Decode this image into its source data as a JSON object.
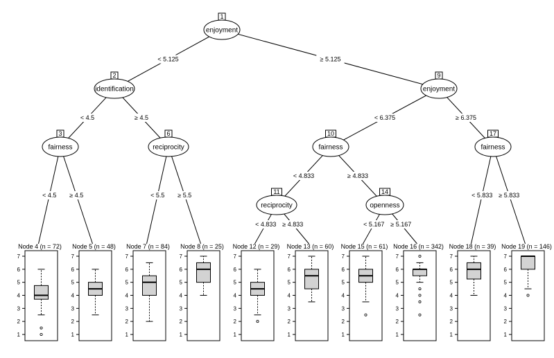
{
  "tree": {
    "internal_nodes": [
      {
        "id": "1",
        "variable": "enjoyment"
      },
      {
        "id": "2",
        "variable": "identification"
      },
      {
        "id": "3",
        "variable": "fairness"
      },
      {
        "id": "6",
        "variable": "reciprocity"
      },
      {
        "id": "9",
        "variable": "enjoyment"
      },
      {
        "id": "10",
        "variable": "fairness"
      },
      {
        "id": "11",
        "variable": "reciprocity"
      },
      {
        "id": "14",
        "variable": "openness"
      },
      {
        "id": "17",
        "variable": "fairness"
      }
    ],
    "split_labels": [
      {
        "text": "< 5.125"
      },
      {
        "text": "≥ 5.125"
      },
      {
        "text": "< 4.5"
      },
      {
        "text": "≥ 4.5"
      },
      {
        "text": "< 4.5"
      },
      {
        "text": "≥ 4.5"
      },
      {
        "text": "< 5.5"
      },
      {
        "text": "≥ 5.5"
      },
      {
        "text": "< 6.375"
      },
      {
        "text": "≥ 6.375"
      },
      {
        "text": "< 4.833"
      },
      {
        "text": "≥ 4.833"
      },
      {
        "text": "< 4.833"
      },
      {
        "text": "≥ 4.833"
      },
      {
        "text": "< 5.167"
      },
      {
        "text": "≥ 5.167"
      },
      {
        "text": "< 5.833"
      },
      {
        "text": "≥ 5.833"
      }
    ],
    "leaves": [
      {
        "title": "Node 4 (n = 72)",
        "min": 2.5,
        "q1": 3.7,
        "median": 4.0,
        "q3": 4.75,
        "max": 6.0,
        "outliers": [
          1.5,
          1.0
        ]
      },
      {
        "title": "Node 5 (n = 48)",
        "min": 2.5,
        "q1": 4.0,
        "median": 4.5,
        "q3": 5.0,
        "max": 6.0,
        "outliers": []
      },
      {
        "title": "Node 7 (n = 84)",
        "min": 2.0,
        "q1": 4.0,
        "median": 5.0,
        "q3": 5.5,
        "max": 6.5,
        "outliers": []
      },
      {
        "title": "Node 8 (n = 25)",
        "min": 4.0,
        "q1": 5.0,
        "median": 6.0,
        "q3": 6.5,
        "max": 7.0,
        "outliers": []
      },
      {
        "title": "Node 12 (n = 29)",
        "min": 2.5,
        "q1": 4.0,
        "median": 4.5,
        "q3": 5.0,
        "max": 6.0,
        "outliers": [
          2.0
        ]
      },
      {
        "title": "Node 13 (n = 60)",
        "min": 3.5,
        "q1": 4.5,
        "median": 5.5,
        "q3": 6.0,
        "max": 7.0,
        "outliers": []
      },
      {
        "title": "Node 15 (n = 61)",
        "min": 3.5,
        "q1": 5.0,
        "median": 5.5,
        "q3": 6.0,
        "max": 7.0,
        "outliers": [
          2.5
        ]
      },
      {
        "title": "Node 16 (n = 342)",
        "min": 5.0,
        "q1": 5.5,
        "median": 6.0,
        "q3": 6.0,
        "max": 6.5,
        "outliers": [
          7.0,
          4.5,
          4.0,
          3.5,
          2.5
        ]
      },
      {
        "title": "Node 18 (n = 39)",
        "min": 4.0,
        "q1": 5.25,
        "median": 6.0,
        "q3": 6.5,
        "max": 7.0,
        "outliers": []
      },
      {
        "title": "Node 19 (n = 146)",
        "min": 4.5,
        "q1": 6.0,
        "median": 7.0,
        "q3": 7.0,
        "max": 7.0,
        "outliers": [
          4.0
        ]
      }
    ],
    "axis_ticks": [
      "1",
      "2",
      "3",
      "4",
      "5",
      "6",
      "7"
    ]
  }
}
